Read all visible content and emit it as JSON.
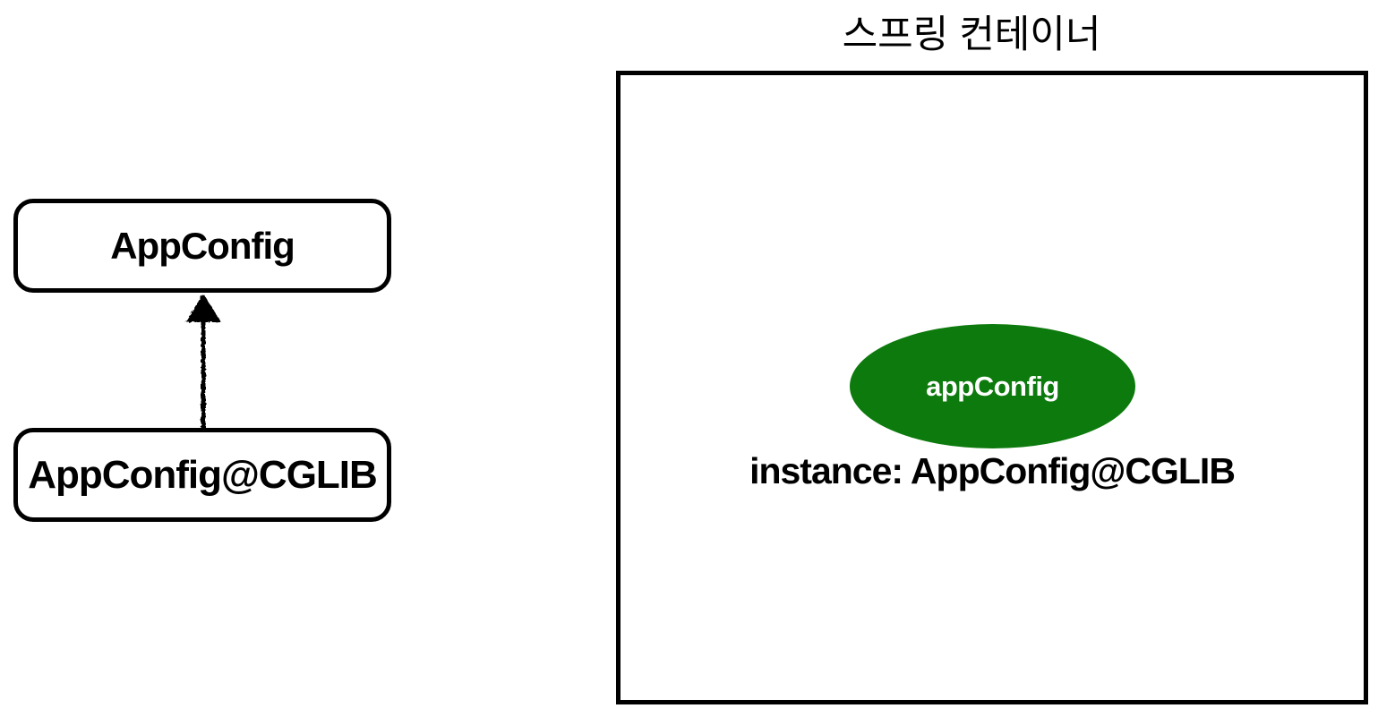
{
  "page": {
    "background": "#ffffff"
  },
  "class_diagram": {
    "parent_box": {
      "label": "AppConfig"
    },
    "child_box": {
      "label": "AppConfig@CGLIB"
    }
  },
  "spring_container": {
    "title": "스프링 컨테이너",
    "bean": {
      "name": "appConfig",
      "instance_label": "instance: AppConfig@CGLIB"
    }
  },
  "colors": {
    "bean_fill": "#0d7a0d",
    "bean_text": "#ffffff",
    "outline": "#000000"
  },
  "icons": {
    "inheritance_arrow": "arrow-up-icon"
  }
}
